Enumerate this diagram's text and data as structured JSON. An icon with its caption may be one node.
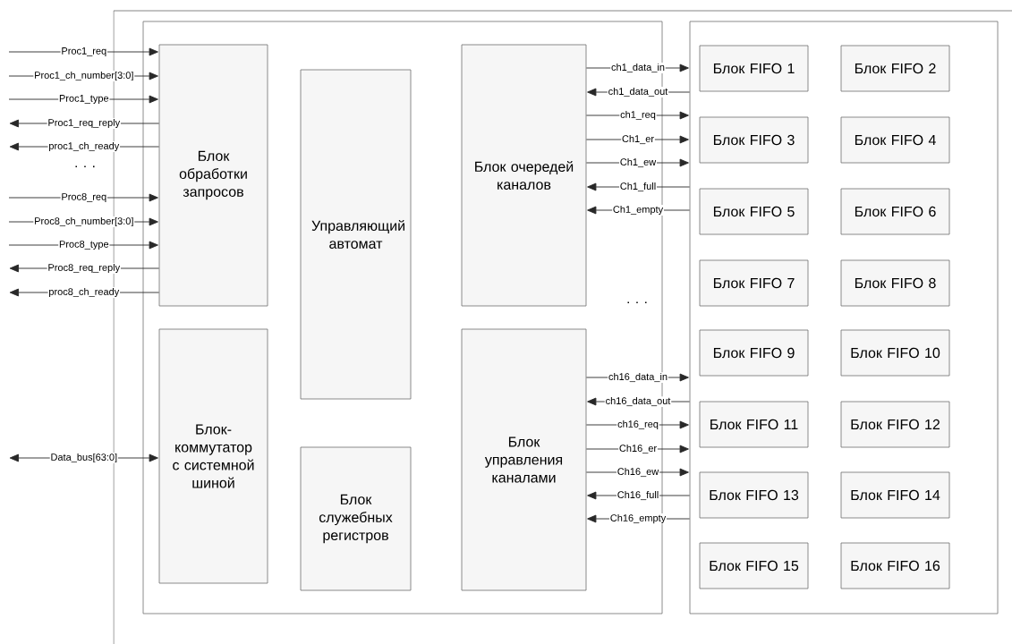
{
  "diagram": {
    "nodes": [
      {
        "text": [],
        "shape": "box"
      },
      {
        "text": [
          "Блок обработки запросов"
        ],
        "in": 0
      },
      {
        "text": [
          "Управляющий автомат"
        ],
        "in": 0
      },
      {
        "text": [
          "Блок очередей каналов"
        ],
        "in": 0
      },
      {
        "text": [
          "Блок-коммутатор с системной шиной"
        ],
        "in": 0
      },
      {
        "text": [
          "Блок служебных регистров"
        ],
        "in": 0
      },
      {
        "text": [
          "Блок управления каналами"
        ],
        "in": 0
      },
      {
        "text": [],
        "shape": "box"
      },
      {
        "text": [
          "Блок FIFO 1"
        ],
        "in": 7
      },
      {
        "text": [
          "Блок FIFO 2"
        ],
        "in": 7
      },
      {
        "text": [
          "Блок FIFO 3"
        ],
        "in": 7
      },
      {
        "text": [
          "Блок FIFO 4"
        ],
        "in": 7
      },
      {
        "text": [
          "Блок FIFO 5"
        ],
        "in": 7
      },
      {
        "text": [
          "Блок FIFO 6"
        ],
        "in": 7
      },
      {
        "text": [
          "Блок FIFO 7"
        ],
        "in": 7
      },
      {
        "text": [
          "Блок FIFO 8"
        ],
        "in": 7
      },
      {
        "text": [
          "Блок FIFO 9"
        ],
        "in": 7
      },
      {
        "text": [
          "Блок FIFO 10"
        ],
        "in": 7
      },
      {
        "text": [
          "Блок FIFO 11"
        ],
        "in": 7
      },
      {
        "text": [
          "Блок FIFO 12"
        ],
        "in": 7
      },
      {
        "text": [
          "Блок FIFO 13"
        ],
        "in": 7
      },
      {
        "text": [
          "Блок FIFO 14"
        ],
        "in": 7
      },
      {
        "text": [
          "Блок FIFO 15"
        ],
        "in": 7
      },
      {
        "text": [
          "Блок FIFO 16"
        ],
        "in": 7
      }
    ],
    "edges": [
      {
        "from": null,
        "to": 1,
        "arrow": "to",
        "label": "Proc1_req"
      },
      {
        "from": null,
        "to": 1,
        "arrow": "to",
        "label": "Proc1_ch_number[3:0]"
      },
      {
        "from": null,
        "to": 1,
        "arrow": "to",
        "label": "Proc1_type"
      },
      {
        "from": 1,
        "to": null,
        "arrow": "to",
        "label": "Proc1_req_reply"
      },
      {
        "from": 1,
        "to": null,
        "arrow": "to",
        "label": "proc1_ch_ready"
      },
      {
        "from": null,
        "to": 1,
        "arrow": "to",
        "label": "Proc8_req"
      },
      {
        "from": null,
        "to": 1,
        "arrow": "to",
        "label": "Proc8_ch_number[3:0]"
      },
      {
        "from": null,
        "to": 1,
        "arrow": "to",
        "label": "Proc8_type"
      },
      {
        "from": 1,
        "to": null,
        "arrow": "to",
        "label": "Proc8_req_reply"
      },
      {
        "from": 1,
        "to": null,
        "arrow": "to",
        "label": "proc8_ch_ready"
      },
      {
        "from": null,
        "to": 4,
        "arrow": "both",
        "label": "Data_bus[63:0]"
      },
      {
        "from": 3,
        "to": 7,
        "arrow": "to",
        "label": "ch1_data_in"
      },
      {
        "from": 7,
        "to": 3,
        "arrow": "to",
        "label": "ch1_data_out"
      },
      {
        "from": 3,
        "to": 7,
        "arrow": "to",
        "label": "ch1_req"
      },
      {
        "from": 3,
        "to": 7,
        "arrow": "to",
        "label": "Ch1_er"
      },
      {
        "from": 3,
        "to": 7,
        "arrow": "to",
        "label": "Ch1_ew"
      },
      {
        "from": 7,
        "to": 3,
        "arrow": "to",
        "label": "Ch1_full"
      },
      {
        "from": 7,
        "to": 3,
        "arrow": "to",
        "label": "Ch1_empty"
      },
      {
        "from": 6,
        "to": 7,
        "arrow": "to",
        "label": "ch16_data_in"
      },
      {
        "from": 7,
        "to": 6,
        "arrow": "to",
        "label": "ch16_data_out"
      },
      {
        "from": 6,
        "to": 7,
        "arrow": "to",
        "label": "ch16_req"
      },
      {
        "from": 6,
        "to": 7,
        "arrow": "to",
        "label": "Ch16_er"
      },
      {
        "from": 6,
        "to": 7,
        "arrow": "to",
        "label": "Ch16_ew"
      },
      {
        "from": 7,
        "to": 6,
        "arrow": "to",
        "label": "Ch16_full"
      },
      {
        "from": 7,
        "to": 6,
        "arrow": "to",
        "label": "Ch16_empty"
      }
    ],
    "labels": [
      "· · ·",
      "· · ·"
    ]
  }
}
